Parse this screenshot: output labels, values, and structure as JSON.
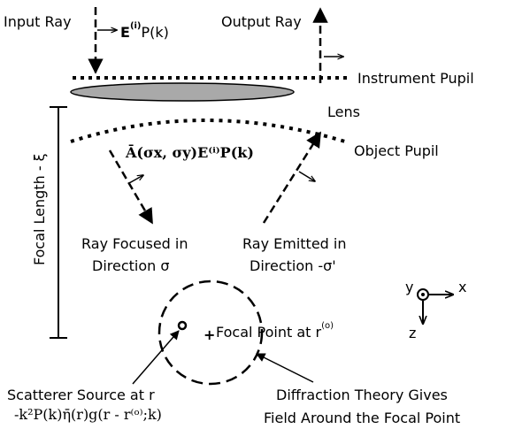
{
  "labels": {
    "input_ray": "Input Ray",
    "output_ray": "Output Ray",
    "instrument_pupil": "Instrument Pupil",
    "lens": "Lens",
    "object_pupil": "Object Pupil",
    "focal_length": "Focal Length - ξ",
    "ray_focused_line1": "Ray Focused in",
    "ray_focused_line2": "Direction σ",
    "ray_emitted_line1": "Ray Emitted in",
    "ray_emitted_line2": "Direction -σ'",
    "focal_point": "Focal Point at r",
    "focal_point_sup": "(o)",
    "scatterer_line1": "Scatterer Source at r",
    "scatterer_line2": "-k²P(k)η̄(r)g(r - r⁽ᵒ⁾;k)",
    "diffraction_line1": "Diffraction Theory Gives",
    "diffraction_line2": "Field Around the Focal Point",
    "input_field_E": "E",
    "input_field_sup": "(i)",
    "input_field_rest": "P(k)",
    "pupil_field": "Ā(σx, σy)E⁽ⁱ⁾P(k)",
    "axis_x": "x",
    "axis_y": "y",
    "axis_z": "z"
  },
  "colors": {
    "ink": "#000000",
    "lens_fill": "#a9a9a9",
    "background": "#ffffff"
  }
}
